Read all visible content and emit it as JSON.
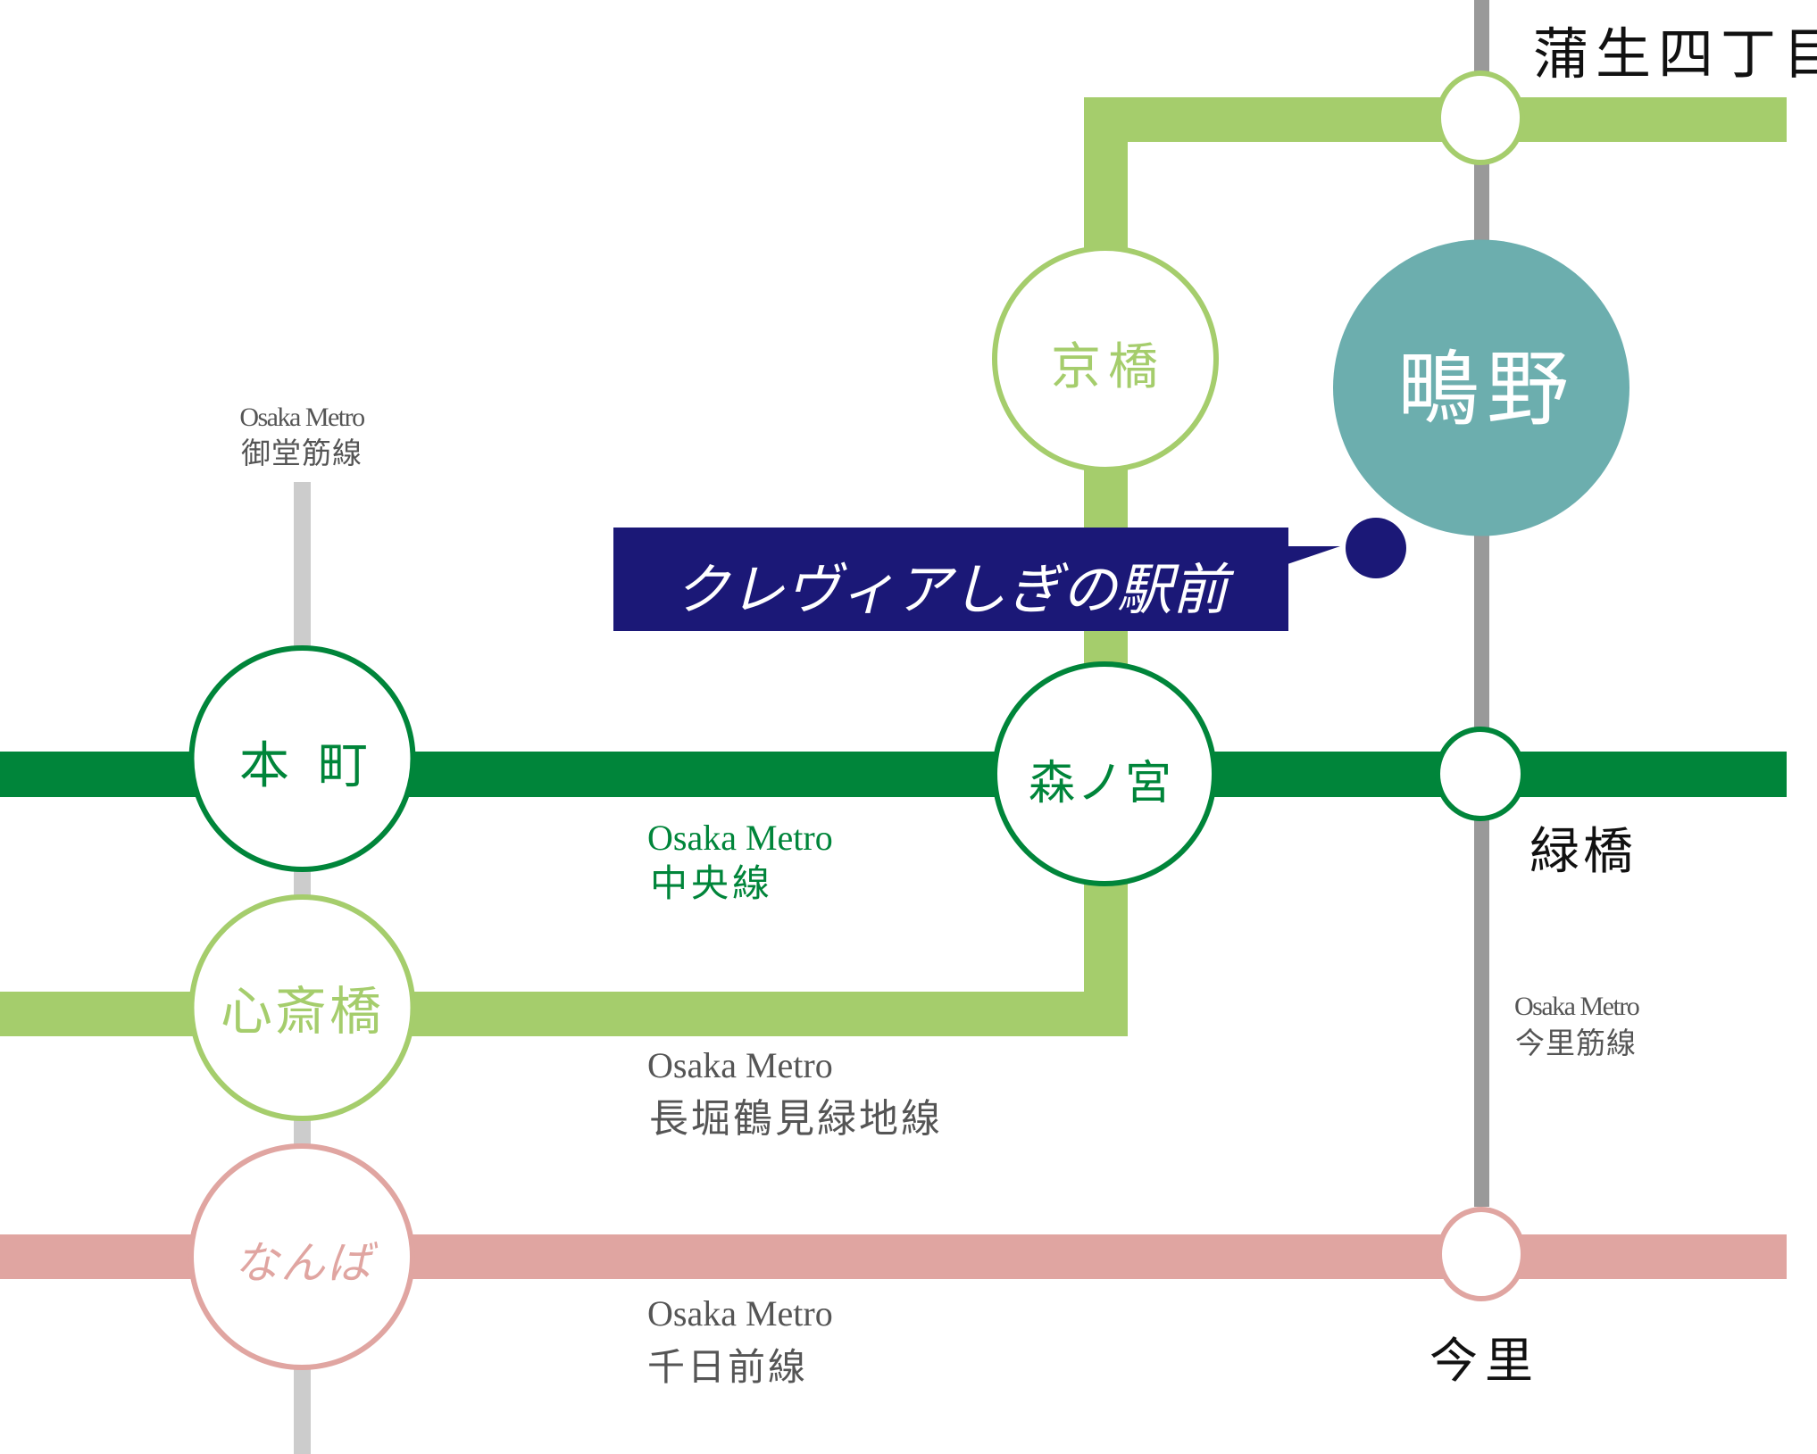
{
  "map": {
    "property_callout": {
      "label": "クレヴィアしぎの駅前",
      "color": "#1b1877"
    },
    "lines": {
      "chuo": {
        "operator": "Osaka Metro",
        "name": "中央線",
        "color": "#00853a"
      },
      "nagahori_tsurumi_ryokuchi": {
        "operator": "Osaka Metro",
        "name": "長堀鶴見緑地線",
        "color": "#a5cd6c"
      },
      "sennichimae": {
        "operator": "Osaka Metro",
        "name": "千日前線",
        "color": "#e0a5a1"
      },
      "midosuji": {
        "operator": "Osaka Metro",
        "name": "御堂筋線",
        "color": "#cccccc"
      },
      "imazatosuji": {
        "operator": "Osaka Metro",
        "name": "今里筋線",
        "color": "#999999"
      }
    },
    "stations": {
      "shigino": {
        "name": "鴫野",
        "color": "#6caeae"
      },
      "kyobashi": {
        "name": "京橋"
      },
      "morinomiya": {
        "name": "森ノ宮"
      },
      "honmachi": {
        "name": "本町"
      },
      "shinsaibashi": {
        "name": "心斎橋"
      },
      "namba": {
        "name": "なんば"
      },
      "gamo_yonchome": {
        "name": "蒲生四丁目"
      },
      "midoribashi": {
        "name": "緑橋"
      },
      "imazato": {
        "name": "今里"
      }
    }
  }
}
